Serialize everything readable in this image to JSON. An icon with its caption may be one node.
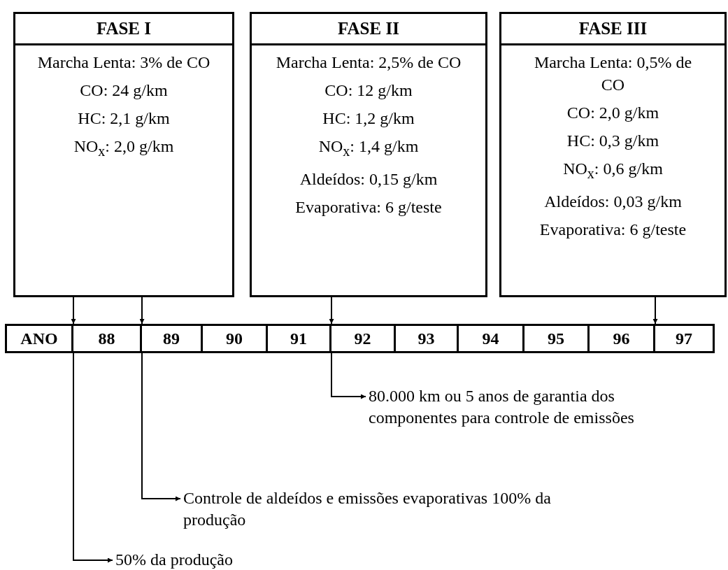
{
  "diagram": {
    "nodes": [
      {
        "text": [
          "FASE I",
          "Marcha Lenta: 3% de CO",
          "CO: 24 g/km",
          "HC: 2,1 g/km",
          "NO$_{x}$: 2,0 g/km"
        ]
      },
      {
        "text": [
          "FASE II",
          "Marcha Lenta: 2,5% de CO",
          "CO: 12 g/km",
          "HC: 1,2 g/km",
          "NO$_{x}$: 1,4 g/km",
          "Aldeídos: 0,15 g/km",
          "Evaporativa: 6 g/teste"
        ]
      },
      {
        "text": [
          "FASE III",
          "Marcha Lenta: 0,5% de CO",
          "CO: 2,0 g/km",
          "HC: 0,3 g/km",
          "NO$_{x}$: 0,6 g/km",
          "Aldeídos: 0,03 g/km",
          "Evaporativa: 6 g/teste"
        ]
      },
      {
        "text": [
          "ANO"
        ]
      },
      {
        "text": [
          "88"
        ]
      },
      {
        "text": [
          "89"
        ]
      },
      {
        "text": [
          "90"
        ]
      },
      {
        "text": [
          "91"
        ]
      },
      {
        "text": [
          "92"
        ]
      },
      {
        "text": [
          "93"
        ]
      },
      {
        "text": [
          "94"
        ]
      },
      {
        "text": [
          "95"
        ]
      },
      {
        "text": [
          "96"
        ]
      },
      {
        "text": [
          "97"
        ]
      },
      {
        "text": [
          "80.000 km ou 5 anos de garantia dos componentes para controle de emissões"
        ]
      },
      {
        "text": [
          "Controle de aldeídos e emissões evaporativas 100% da produção"
        ]
      },
      {
        "text": [
          "50% da produção"
        ]
      }
    ],
    "edges": [
      {
        "from": 0,
        "to": 4,
        "arrow": "to"
      },
      {
        "from": 0,
        "to": 5,
        "arrow": "to"
      },
      {
        "from": 1,
        "to": 8,
        "arrow": "to"
      },
      {
        "from": 2,
        "to": 13,
        "arrow": "to"
      },
      {
        "from": 8,
        "to": 14,
        "arrow": "to"
      },
      {
        "from": 5,
        "to": 15,
        "arrow": "to"
      },
      {
        "from": 4,
        "to": 16,
        "arrow": "to"
      }
    ]
  }
}
